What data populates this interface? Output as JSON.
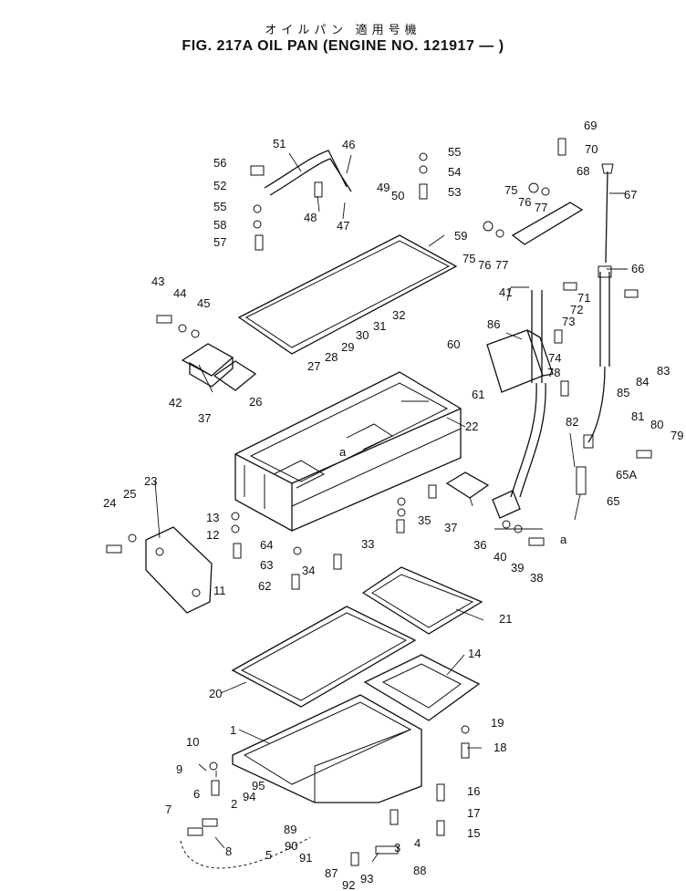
{
  "title_ja": "オイルパン 適用号機",
  "title_en": "FIG. 217A  OIL PAN (ENGINE NO. 121917 — )",
  "callouts": [
    "1",
    "2",
    "3",
    "4",
    "5",
    "6",
    "7",
    "8",
    "9",
    "10",
    "11",
    "12",
    "13",
    "14",
    "15",
    "16",
    "17",
    "18",
    "19",
    "20",
    "21",
    "22",
    "23",
    "24",
    "25",
    "26",
    "27",
    "28",
    "29",
    "30",
    "31",
    "32",
    "33",
    "34",
    "35",
    "36",
    "37",
    "38",
    "39",
    "40",
    "41",
    "42",
    "43",
    "44",
    "45",
    "46",
    "47",
    "48",
    "49",
    "50",
    "51",
    "52",
    "53",
    "54",
    "55",
    "56",
    "57",
    "58",
    "59",
    "60",
    "61",
    "62",
    "63",
    "64",
    "65",
    "65A",
    "66",
    "67",
    "68",
    "69",
    "70",
    "71",
    "72",
    "73",
    "74",
    "75",
    "76",
    "77",
    "78",
    "79",
    "80",
    "81",
    "82",
    "83",
    "84",
    "85",
    "86",
    "87",
    "88",
    "89",
    "90",
    "91",
    "92",
    "93",
    "94",
    "95",
    "a"
  ]
}
